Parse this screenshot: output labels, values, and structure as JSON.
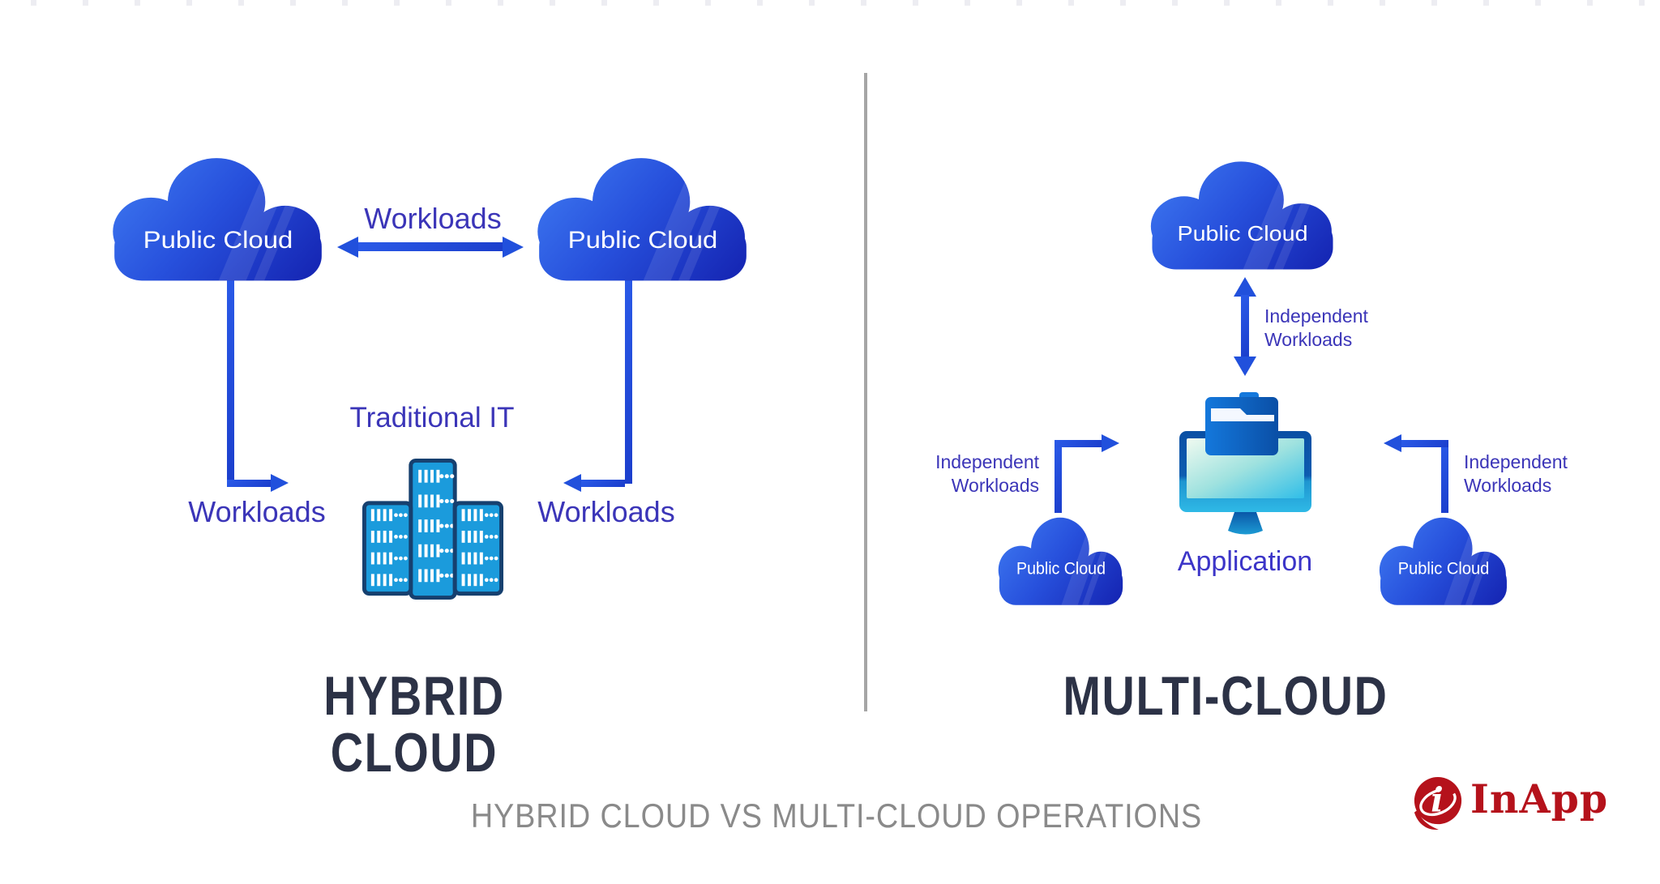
{
  "hybrid": {
    "heading": "HYBRID CLOUD",
    "cloud_left": "Public Cloud",
    "cloud_right": "Public Cloud",
    "arrow_between_label": "Workloads",
    "arrow_left_label": "Workloads",
    "arrow_right_label": "Workloads",
    "traditional_it": "Traditional IT"
  },
  "multi": {
    "heading": "MULTI-CLOUD",
    "cloud_top": "Public Cloud",
    "cloud_left": "Public Cloud",
    "cloud_right": "Public Cloud",
    "application": "Application",
    "arrow_top": {
      "line1": "Independent",
      "line2": "Workloads"
    },
    "arrow_left": {
      "line1": "Independent",
      "line2": "Workloads"
    },
    "arrow_right": {
      "line1": "Independent",
      "line2": "Workloads"
    }
  },
  "footer": {
    "caption": "HYBRID CLOUD VS MULTI-CLOUD OPERATIONS",
    "brand": "InApp",
    "brand_mark": "i"
  },
  "colors": {
    "cloud_gradient_start": "#3F7BF2",
    "cloud_gradient_end": "#1320AE",
    "arrow_blue": "#2150DC",
    "label_indigo": "#3B35B8",
    "heading_navy": "#2C3246",
    "caption_gray": "#8A8A8A",
    "divider_gray": "#A6A6A6",
    "server_fill": "#1B9BDC",
    "server_outline": "#16406F",
    "logo_red": "#B5121B"
  }
}
